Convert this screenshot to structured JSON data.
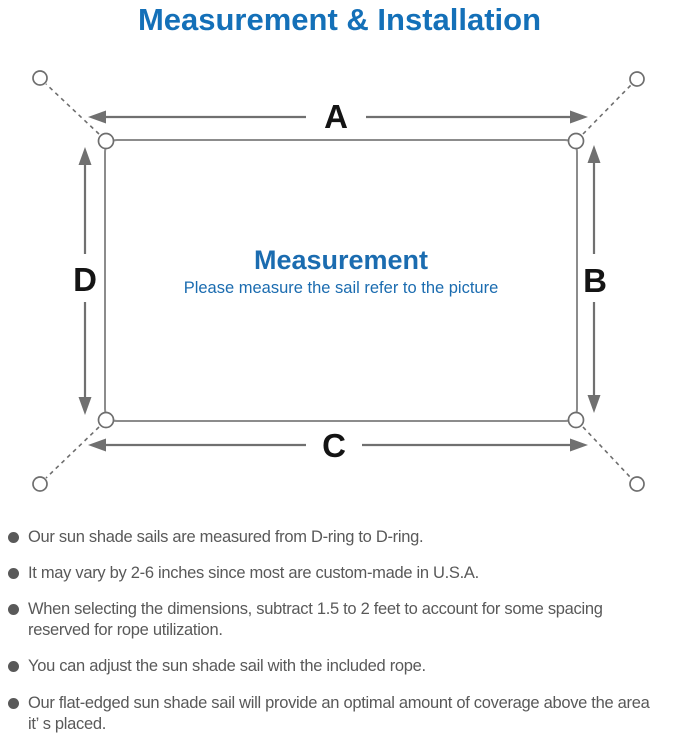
{
  "title": "Measurement & Installation",
  "diagram": {
    "heading": "Measurement",
    "subheading": "Please measure the sail refer to the picture",
    "labels": {
      "top": "A",
      "right": "B",
      "bottom": "C",
      "left": "D"
    }
  },
  "notes": [
    "Our sun shade sails are measured from D-ring to D-ring.",
    "It may vary by 2-6 inches since most are custom-made in U.S.A.",
    "When selecting the dimensions, subtract 1.5 to 2 feet to account for some spacing reserved for rope utilization.",
    "You can adjust the sun shade sail with the included rope.",
    "Our flat-edged sun shade sail will provide an optimal amount of coverage above the area it’ s placed."
  ],
  "colors": {
    "accent_blue": "#1470b8",
    "diagram_text_blue": "#1b6cb0",
    "outline_gray": "#8c8c8c",
    "arrow_gray": "#6e6e6e",
    "label_black": "#141414",
    "note_gray": "#595959"
  }
}
